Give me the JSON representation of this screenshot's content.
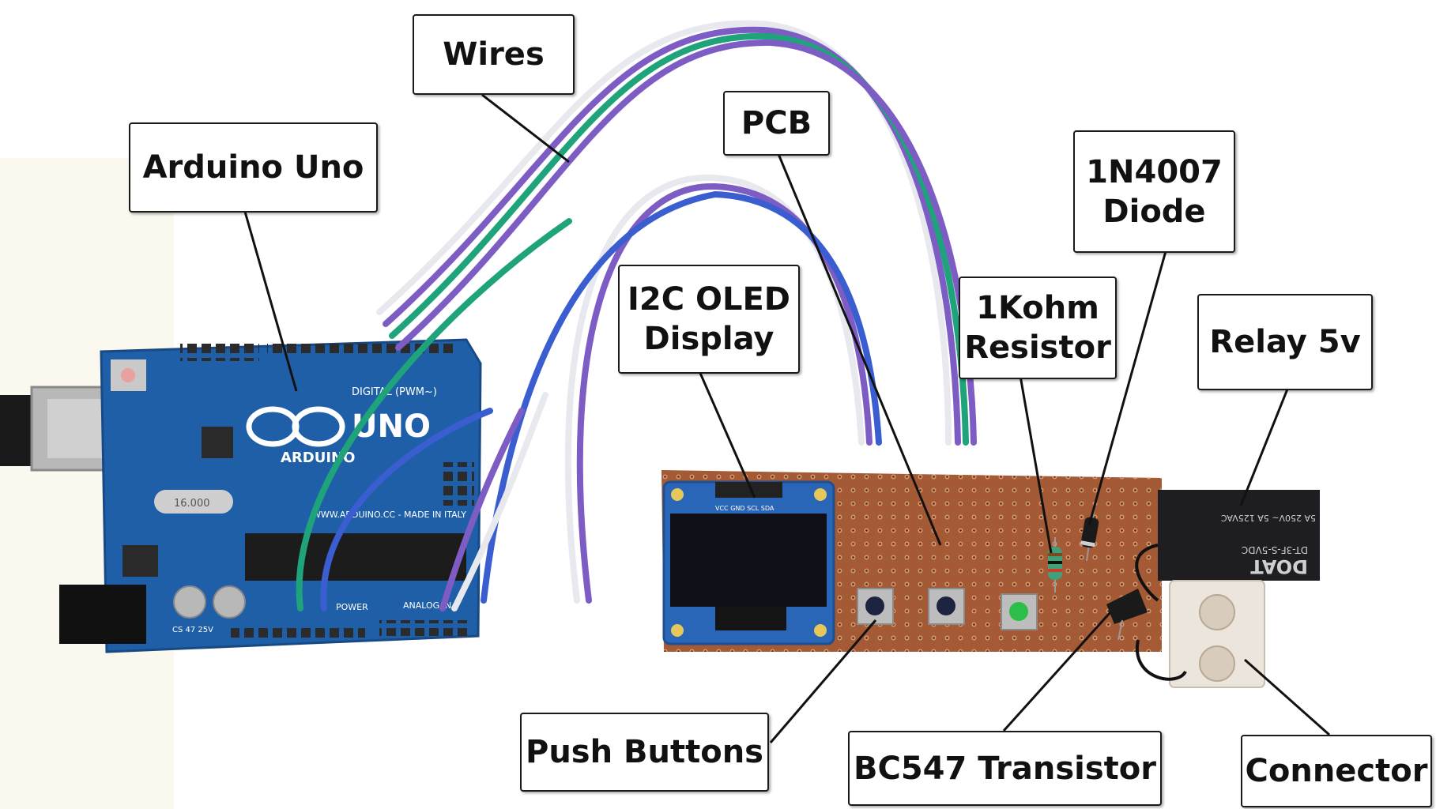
{
  "image": {
    "labels": {
      "wires": "Wires",
      "arduino_uno": "Arduino Uno",
      "pcb": "PCB",
      "diode": "1N4007\nDiode",
      "oled": "I2C OLED\nDisplay",
      "resistor": "1Kohm\nResistor",
      "relay": "Relay 5v",
      "push_buttons": "Push Buttons",
      "transistor": "BC547 Transistor",
      "connector": "Connector"
    },
    "board_print": {
      "uno_logo": "UNO",
      "arduino_text": "ARDUINO",
      "digital": "DIGITAL (PWM~)",
      "power": "POWER",
      "analog_in": "ANALOG IN",
      "made_in": "WWW.ARDUINO.CC - MADE IN ITALY",
      "crystal": "16.000",
      "cap": "CS 47 25V",
      "oled_pins": "VCC GND SCL SDA",
      "relay_brand": "DOAT",
      "relay_model": "DT-3F-S-5VDC",
      "relay_rating": "5A 250V~ 5A 125VAC"
    },
    "colors": {
      "arduino_board": "#1f5fa8",
      "pcb": "#a45a34",
      "wire_purple": "#7d5cc4",
      "wire_green": "#1fa37a",
      "wire_blue": "#3a5ed0",
      "wire_white": "#e8e8ef",
      "relay_body": "#1e1e22",
      "connector_body": "#ece5dc"
    }
  }
}
